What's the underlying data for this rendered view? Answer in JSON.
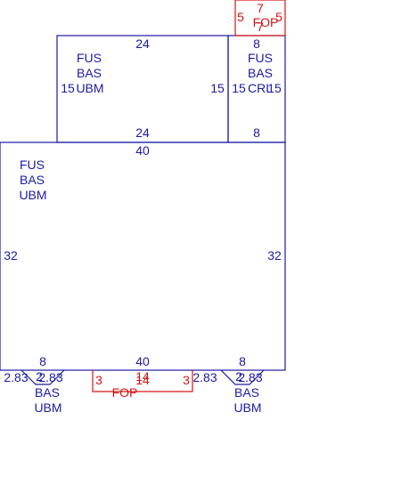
{
  "colors": {
    "main": "#1a1aa6",
    "porch": "#d41414",
    "background": "#ffffff"
  },
  "areas": {
    "upper_left": {
      "line1": "FUS",
      "line2": "BAS",
      "line3": "UBM",
      "top": "24",
      "bottom": "24",
      "left": "15",
      "right": "15"
    },
    "upper_right": {
      "line1": "FUS",
      "line2": "BAS",
      "line3": "CRL",
      "top": "8",
      "bottom": "8",
      "left": "15",
      "right": "15"
    },
    "main": {
      "line1": "FUS",
      "line2": "BAS",
      "line3": "UBM",
      "top": "40",
      "bottom": "40",
      "left": "32",
      "right": "32"
    },
    "bay_left": {
      "line1": "BAS",
      "line2": "UBM",
      "top": "8",
      "side_left": "2.83",
      "side_right": "2.83",
      "bottom": "2"
    },
    "bay_right": {
      "line1": "BAS",
      "line2": "UBM",
      "top": "8",
      "side_left": "2.83",
      "side_right": "2.83",
      "bottom": "2"
    },
    "porch_top": {
      "label": "FOP",
      "top": "7",
      "bottom": "7",
      "left": "5",
      "right": "5"
    },
    "porch_bottom": {
      "label": "FOP",
      "top": "14",
      "bottom": "14",
      "left": "3",
      "right": "3"
    }
  }
}
